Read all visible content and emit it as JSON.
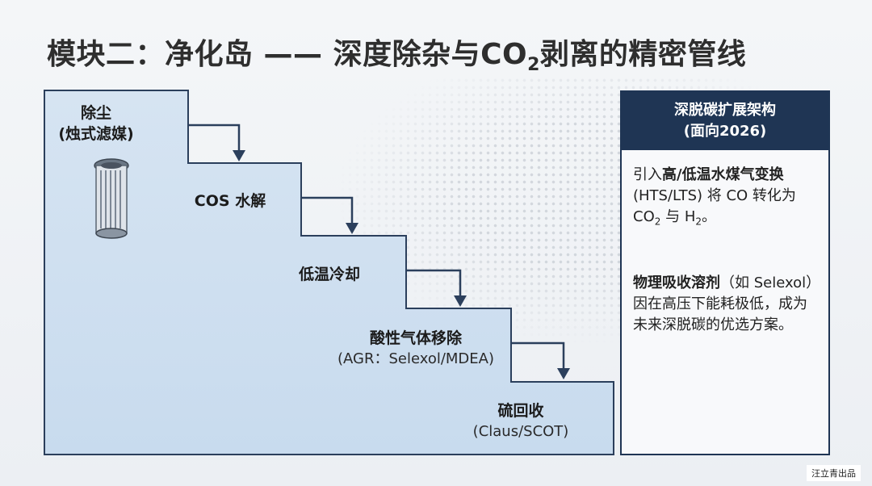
{
  "title": {
    "main": "模块二：净化岛 —— 深度除杂与CO",
    "sub": "2",
    "tail": "剥离的精密管线"
  },
  "steps": [
    {
      "name": "除尘",
      "sub": "(烛式滤媒)"
    },
    {
      "name": "COS 水解",
      "sub": ""
    },
    {
      "name": "低温冷却",
      "sub": ""
    },
    {
      "name": "酸性气体移除",
      "sub": "(AGR：Selexol/MDEA)"
    },
    {
      "name": "硫回收",
      "sub": "(Claus/SCOT)"
    }
  ],
  "panel": {
    "title_line1": "深脱碳扩展架构",
    "title_line2": "(面向2026)",
    "p1": {
      "pre": "引入",
      "bold": "高/低温水煤气变换",
      "rest": "(HTS/LTS) 将 CO 转化为 CO",
      "sub1": "2",
      "mid": " 与 H",
      "sub2": "2",
      "end": "。"
    },
    "p2": {
      "bold": "物理吸收溶剂",
      "rest": "（如 Selexol）因在高压下能耗极低，成为未来深脱碳的优选方案。"
    }
  },
  "credit": "汪立青出品",
  "colors": {
    "stair_fill": "#cfdff0",
    "stair_stroke": "#2b3f5c",
    "arrow": "#2b3f5c",
    "panel_header": "#1f3554"
  },
  "icons": [
    "candle-filter-icon"
  ]
}
